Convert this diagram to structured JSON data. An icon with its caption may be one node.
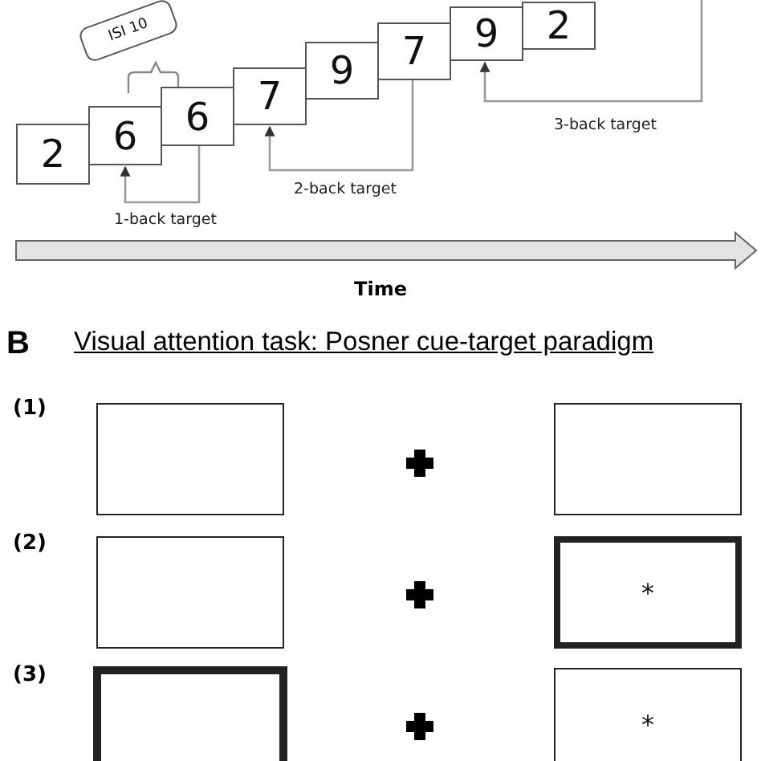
{
  "diagram": {
    "title": "Visual attention task: Posner cue-target paradigm",
    "nodes": [
      {
        "text": [
          "ISI 10"
        ]
      },
      {
        "text": [
          "2"
        ]
      },
      {
        "text": [
          "6"
        ]
      },
      {
        "text": [
          "6"
        ]
      },
      {
        "text": [
          "7"
        ]
      },
      {
        "text": [
          "9"
        ]
      },
      {
        "text": [
          "7"
        ]
      },
      {
        "text": [
          "9"
        ]
      },
      {
        "text": [
          "2"
        ]
      },
      {
        "text": [],
        "shape": "box"
      },
      {
        "text": [],
        "shape": "box"
      },
      {
        "text": [],
        "shape": "box"
      },
      {
        "text": [
          "*"
        ]
      },
      {
        "text": [],
        "shape": "box"
      },
      {
        "text": [
          "*"
        ]
      }
    ],
    "edges": [
      {
        "from": 3,
        "to": 2,
        "arrow": "to",
        "label": "1-back target"
      },
      {
        "from": 6,
        "to": 4,
        "arrow": "to",
        "label": "2-back target"
      },
      {
        "from": null,
        "to": 7,
        "arrow": "to",
        "label": "3-back target"
      }
    ],
    "labels": [
      "Time",
      "B",
      "(1)",
      "(2)",
      "(3)"
    ]
  }
}
